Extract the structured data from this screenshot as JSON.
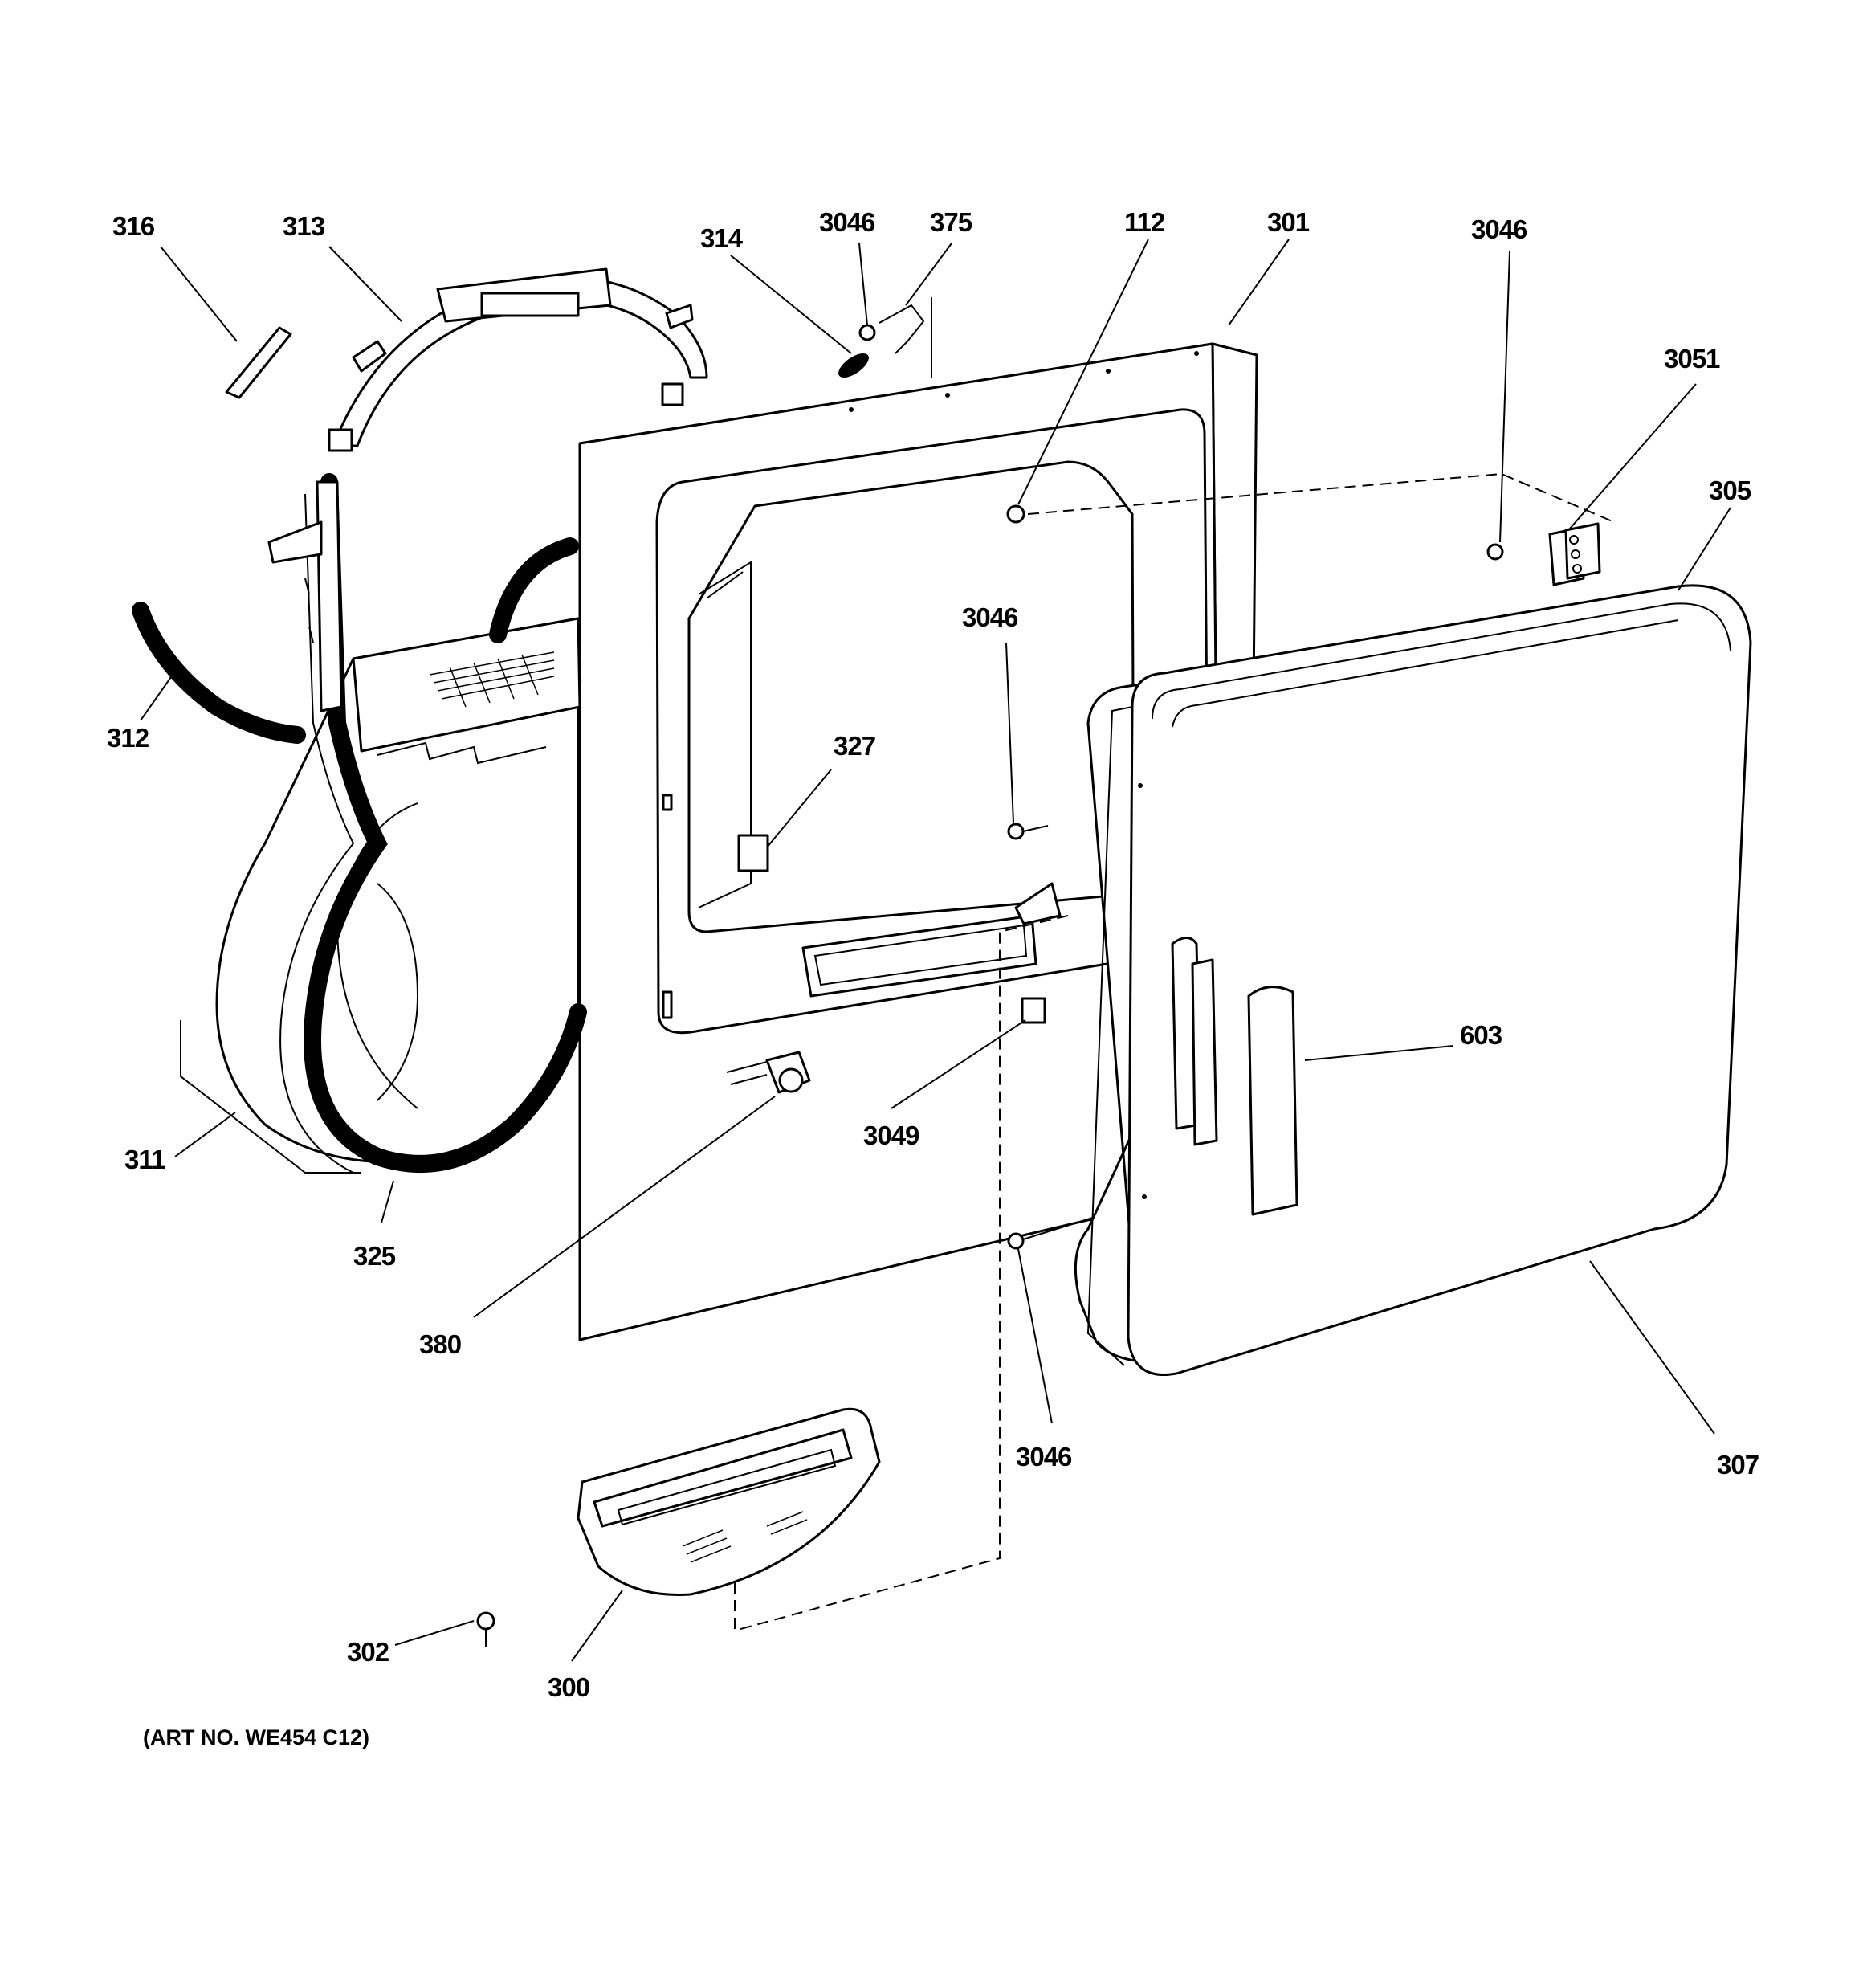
{
  "diagram": {
    "caption": "(ART NO. WE454 C12)",
    "callouts": [
      {
        "id": "316",
        "text": "316"
      },
      {
        "id": "313",
        "text": "313"
      },
      {
        "id": "314",
        "text": "314"
      },
      {
        "id": "3046a",
        "text": "3046"
      },
      {
        "id": "375",
        "text": "375"
      },
      {
        "id": "112",
        "text": "112"
      },
      {
        "id": "301",
        "text": "301"
      },
      {
        "id": "3046b",
        "text": "3046"
      },
      {
        "id": "3051",
        "text": "3051"
      },
      {
        "id": "305",
        "text": "305"
      },
      {
        "id": "312",
        "text": "312"
      },
      {
        "id": "3046c",
        "text": "3046"
      },
      {
        "id": "327",
        "text": "327"
      },
      {
        "id": "603",
        "text": "603"
      },
      {
        "id": "311",
        "text": "311"
      },
      {
        "id": "3049",
        "text": "3049"
      },
      {
        "id": "325",
        "text": "325"
      },
      {
        "id": "380",
        "text": "380"
      },
      {
        "id": "3046d",
        "text": "3046"
      },
      {
        "id": "307",
        "text": "307"
      },
      {
        "id": "302",
        "text": "302"
      },
      {
        "id": "300",
        "text": "300"
      }
    ]
  }
}
